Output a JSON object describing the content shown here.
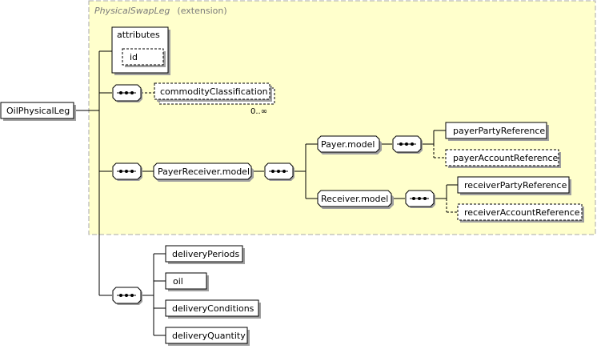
{
  "extension": {
    "base": "PhysicalSwapLeg",
    "suffix": "(extension)"
  },
  "root": "OilPhysicalLeg",
  "attributes": {
    "title": "attributes",
    "items": [
      "id"
    ]
  },
  "elements": {
    "commodity_classification": "commodityClassification",
    "commodity_classification_occurrence": "0..∞",
    "payer_receiver_model": "PayerReceiver.model",
    "payer_model": "Payer.model",
    "receiver_model": "Receiver.model",
    "payer_party_reference": "payerPartyReference",
    "payer_account_reference": "payerAccountReference",
    "receiver_party_reference": "receiverPartyReference",
    "receiver_account_reference": "receiverAccountReference",
    "delivery_periods": "deliveryPeriods",
    "oil": "oil",
    "delivery_conditions": "deliveryConditions",
    "delivery_quantity": "deliveryQuantity"
  },
  "colors": {
    "extension_fill": "#ffffcc",
    "extension_border": "#a8a8a8",
    "box_fill": "#ffffff",
    "shadow": "#a0a0a0",
    "stroke": "#000000"
  }
}
